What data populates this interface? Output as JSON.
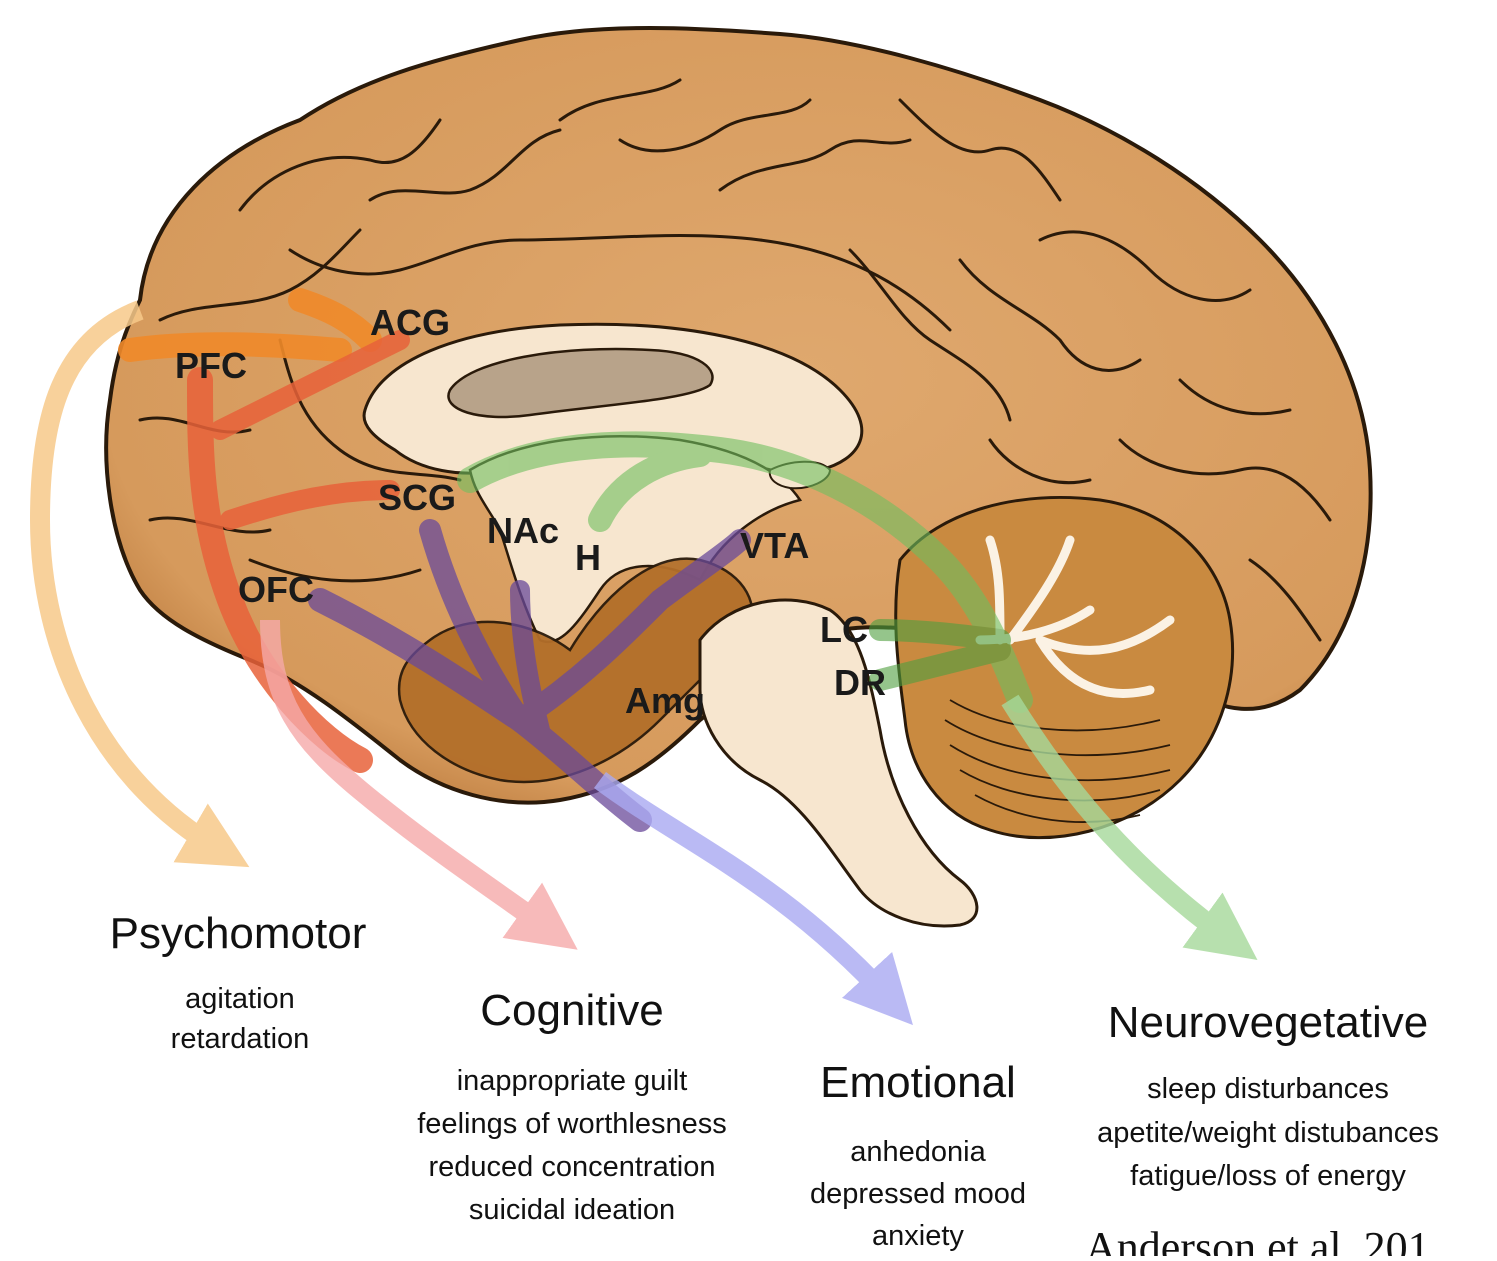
{
  "regions": {
    "pfc": "PFC",
    "acg": "ACG",
    "scg": "SCG",
    "nac": "NAc",
    "h": "H",
    "vta": "VTA",
    "ofc": "OFC",
    "lc": "LC",
    "dr": "DR",
    "amg": "Amg"
  },
  "categories": {
    "psychomotor": {
      "title": "Psychomotor",
      "items": [
        "agitation",
        "retardation"
      ],
      "color": "#f7c98a"
    },
    "cognitive": {
      "title": "Cognitive",
      "items": [
        "inappropriate guilt",
        "feelings of worthlesness",
        "reduced concentration",
        "suicidal ideation"
      ],
      "color": "#f6a9a9"
    },
    "emotional": {
      "title": "Emotional",
      "items": [
        "anhedonia",
        "depressed mood",
        "anxiety"
      ],
      "color": "#aaaaf2"
    },
    "neurovegetative": {
      "title": "Neurovegetative",
      "items": [
        "sleep disturbances",
        "apetite/weight distubances",
        "fatigue/loss of energy"
      ],
      "color": "#a6d99a"
    }
  },
  "citation": "Anderson et al. 201",
  "colors": {
    "cortex": "#d9a066",
    "cortex_outline": "#2a1a0a",
    "inner": "#f7e6cf",
    "ventricle": "#b8a38a",
    "limbic": "#b36f2a",
    "cerebellum": "#c98a40"
  }
}
